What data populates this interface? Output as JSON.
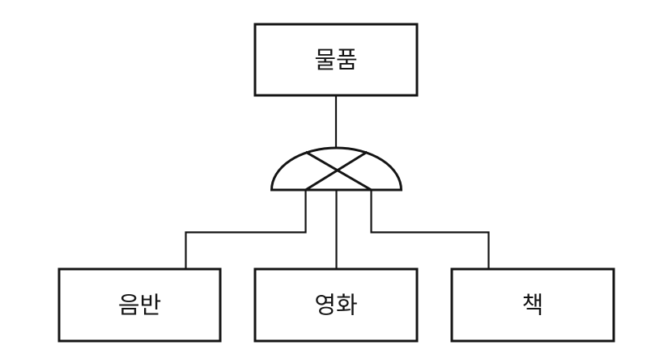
{
  "diagram": {
    "kind": "entity-category-hierarchy",
    "connector_symbol": "xor-semicircle-icon",
    "colors": {
      "stroke": "#141414",
      "background": "#ffffff"
    },
    "parent": {
      "label": "물품"
    },
    "children": [
      {
        "label": "음반"
      },
      {
        "label": "영화"
      },
      {
        "label": "책"
      }
    ]
  }
}
